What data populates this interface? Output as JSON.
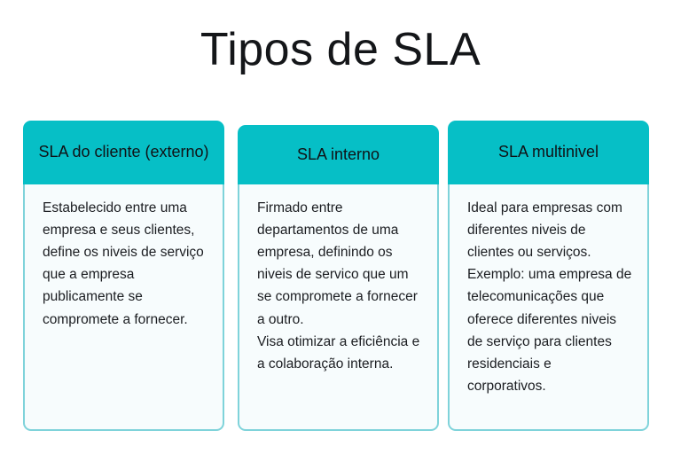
{
  "page": {
    "title": "Tipos de SLA",
    "background_color": "#FFFFFF",
    "accent_color": "#06BFC6",
    "border_color": "#7FD3DA",
    "body_background_color": "#F7FCFD",
    "text_color": "#1B1D21"
  },
  "cards": [
    {
      "id": "sla-cliente-externo",
      "header": "SLA do cliente\n(externo)",
      "body": "Estabelecido entre uma empresa e seus clientes, define os niveis de serviço que a empresa publicamente se compromete a fornecer."
    },
    {
      "id": "sla-interno",
      "header": "SLA interno",
      "body": "Firmado entre departamentos de uma empresa, definindo os niveis de servico que um se compromete a fornecer a outro.\nVisa otimizar a eficiência e a colaboração interna."
    },
    {
      "id": "sla-multinivel",
      "header": "SLA multinivel",
      "body": "Ideal para empresas com diferentes niveis de clientes ou serviços. Exemplo: uma empresa de telecomunicações que oferece diferentes niveis de serviço para clientes residenciais e corporativos."
    }
  ]
}
